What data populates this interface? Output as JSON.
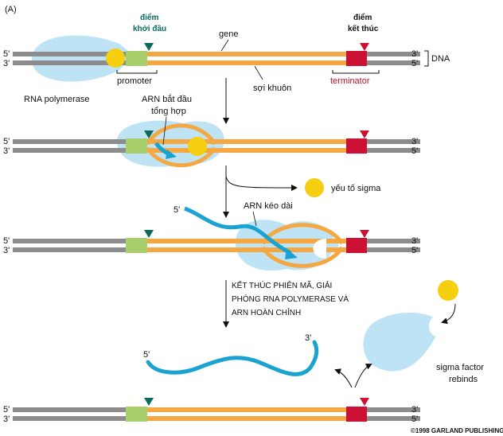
{
  "panel_label": "(A)",
  "labels": {
    "start_site_line1": "điểm",
    "start_site_line2": "khởi đầu",
    "stop_site_line1": "điểm",
    "stop_site_line2": "kết thúc",
    "gene": "gene",
    "dna": "DNA",
    "promoter": "promoter",
    "terminator": "terminator",
    "rna_polymerase": "RNA polymerase",
    "template_strand": "sợi khuôn",
    "rna_start_line1": "ARN bắt đầu",
    "rna_start_line2": "tổng hợp",
    "sigma_factor": "yếu tố sigma",
    "rna_elongation": "ARN kéo dài",
    "termination_line1": "KẾT THÚC PHIÊN MÃ, GIẢI",
    "termination_line2": "PHÓNG RNA POLYMERASE VÀ",
    "termination_line3": "ARN HOÀN CHỈNH",
    "sigma_rebinds_line1": "sigma factor",
    "sigma_rebinds_line2": "rebinds",
    "copyright": "©1998 GARLAND PUBLISHING"
  },
  "strand_ends": {
    "five_prime": "5'",
    "three_prime": "3'"
  },
  "colors": {
    "dna": "#8c8c8c",
    "gene": "#f5a742",
    "promoter": "#a8cf6c",
    "terminator": "#cc1133",
    "polymerase": "#bde3f5",
    "sigma": "#f5cf10",
    "rna": "#1aa3d0",
    "start_marker": "#0a6b5c",
    "stop_marker": "#cc1133"
  }
}
